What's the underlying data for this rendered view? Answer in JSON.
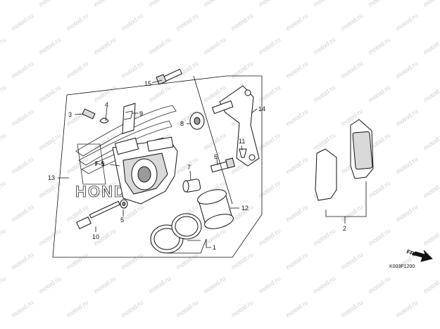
{
  "watermark": {
    "text": "motod.ru"
  },
  "brand_logo": {
    "text": "HONDA"
  },
  "callouts": [
    {
      "id": "callout-1",
      "text": "1"
    },
    {
      "id": "callout-2",
      "text": "2"
    },
    {
      "id": "callout-3",
      "text": "3"
    },
    {
      "id": "callout-4",
      "text": "4"
    },
    {
      "id": "callout-5",
      "text": "5"
    },
    {
      "id": "callout-6",
      "text": "6"
    },
    {
      "id": "callout-7",
      "text": "7"
    },
    {
      "id": "callout-8",
      "text": "8"
    },
    {
      "id": "callout-9",
      "text": "9"
    },
    {
      "id": "callout-10",
      "text": "10"
    },
    {
      "id": "callout-11",
      "text": "11"
    },
    {
      "id": "callout-12",
      "text": "12"
    },
    {
      "id": "callout-13",
      "text": "13"
    },
    {
      "id": "callout-14",
      "text": "14"
    },
    {
      "id": "callout-15",
      "text": "15"
    },
    {
      "id": "callout-f5",
      "text": "F-5"
    }
  ],
  "direction": {
    "label": "FR."
  },
  "figure_code": "K003F1200"
}
